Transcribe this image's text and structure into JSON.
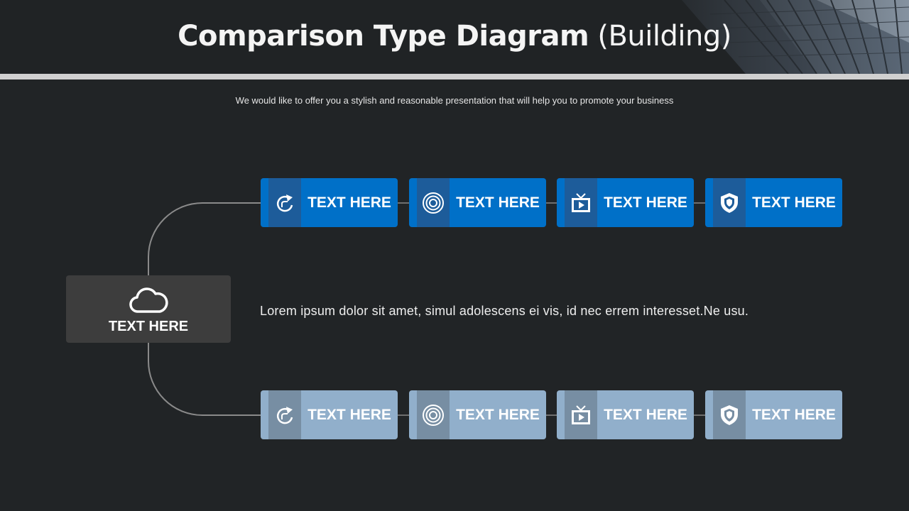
{
  "header": {
    "title_bold": "Comparison Type Diagram",
    "title_light": "(Building)",
    "subtitle": "We would like to offer you a stylish and reasonable presentation that will help you to promote your business"
  },
  "center": {
    "icon": "cloud-icon",
    "label": "TEXT HERE"
  },
  "body_text": "Lorem ipsum dolor sit amet, simul adolescens ei vis, id nec errem interesset.Ne usu.",
  "top_row": {
    "color": "#0070c8",
    "icon_bg": "#1d5c9a",
    "items": [
      {
        "icon": "refresh-icon",
        "label": "TEXT HERE"
      },
      {
        "icon": "target-icon",
        "label": "TEXT HERE"
      },
      {
        "icon": "tv-icon",
        "label": "TEXT HERE"
      },
      {
        "icon": "shield-icon",
        "label": "TEXT HERE"
      }
    ]
  },
  "bottom_row": {
    "color": "#91afcb",
    "icon_bg": "#778ea3",
    "items": [
      {
        "icon": "refresh-icon",
        "label": "TEXT HERE"
      },
      {
        "icon": "target-icon",
        "label": "TEXT HERE"
      },
      {
        "icon": "tv-icon",
        "label": "TEXT HERE"
      },
      {
        "icon": "shield-icon",
        "label": "TEXT HERE"
      }
    ]
  },
  "colors": {
    "background": "#212426",
    "center_box": "#3d3d3d",
    "connector": "#8a8a8a"
  }
}
